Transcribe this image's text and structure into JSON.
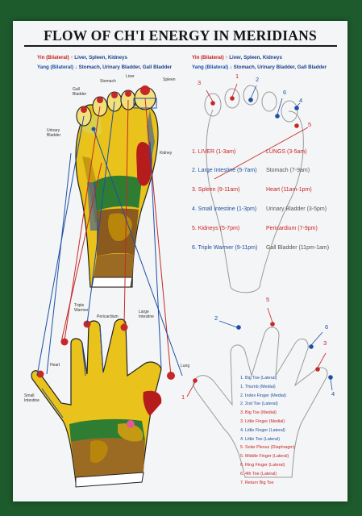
{
  "title": "FLOW OF CH'I ENERGY IN MERIDIANS",
  "legend": {
    "yin_label": "Yin (Bilateral)",
    "yin_arrow": "↑",
    "yin_organs": "Liver, Spleen, Kidneys",
    "yang_label": "Yang (Bilateral)",
    "yang_arrow": "↓",
    "yang_organs": "Stomach, Urinary Bladder, Gall Bladder"
  },
  "foot_labels": {
    "liver": "Liver",
    "stomach": "Stomach",
    "spleen": "Spleen",
    "gall_bladder": "Gall\nBladder",
    "urinary_bladder": "Urinary\nBladder",
    "kidney": "Kidney"
  },
  "hand_labels": {
    "triple_warmer": "Triple\nWarmer",
    "pericardium": "Pericardium",
    "large_intestine": "Large\nIntestine",
    "heart": "Heart",
    "lung": "Lung",
    "small_intestine": "Small\nIntestine"
  },
  "foot_points": [
    "3",
    "1",
    "2",
    "6",
    "4",
    "5"
  ],
  "hand_points": [
    "5",
    "2",
    "6",
    "3",
    "4",
    "1"
  ],
  "meridian_pairs": [
    {
      "left": "1. LIVER (1-3am)",
      "right": "LUNGS (3-5am)",
      "left_color": "#c92424",
      "right_color": "#c92424"
    },
    {
      "left": "2. Large Intestine (5-7am)",
      "right": "Stomach (7-9am)",
      "left_color": "#1e4f9e",
      "right_color": "#555555"
    },
    {
      "left": "3. Spleen (9-11am)",
      "right": "Heart (11am-1pm)",
      "left_color": "#c92424",
      "right_color": "#c92424"
    },
    {
      "left": "4. Small Intestine (1-3pm)",
      "right": "Urinary Bladder (3-5pm)",
      "left_color": "#1e4f9e",
      "right_color": "#555555"
    },
    {
      "left": "5. Kidneys (5-7pm)",
      "right": "Pericardium (7-9pm)",
      "left_color": "#c92424",
      "right_color": "#c92424"
    },
    {
      "left": "6. Triple Warmer (9-11pm)",
      "right": "Gall Bladder (11pm-1am)",
      "left_color": "#1e4f9e",
      "right_color": "#555555"
    }
  ],
  "point_list": [
    {
      "text": "1. Big Toe (Lateral)",
      "color": "#1e4f9e"
    },
    {
      "text": "1. Thumb (Medial)",
      "color": "#1e4f9e"
    },
    {
      "text": "2. Index Finger (Medial)",
      "color": "#1e4f9e"
    },
    {
      "text": "2. 2nd Toe (Lateral)",
      "color": "#1e4f9e"
    },
    {
      "text": "3. Big Toe (Medial)",
      "color": "#c92424"
    },
    {
      "text": "3. Little Finger (Medial)",
      "color": "#c92424"
    },
    {
      "text": "4. Little Finger (Lateral)",
      "color": "#1e4f9e"
    },
    {
      "text": "4. Little Toe (Lateral)",
      "color": "#1e4f9e"
    },
    {
      "text": "5. Solar Plexus (Diaphragm)",
      "color": "#c92424"
    },
    {
      "text": "5. Middle Finger (Lateral)",
      "color": "#c92424"
    },
    {
      "text": "6. Ring Finger (Lateral)",
      "color": "#c92424"
    },
    {
      "text": "6. 4th Toe (Lateral)",
      "color": "#c92424"
    },
    {
      "text": "7. Return Big Toe",
      "color": "#c92424"
    }
  ]
}
